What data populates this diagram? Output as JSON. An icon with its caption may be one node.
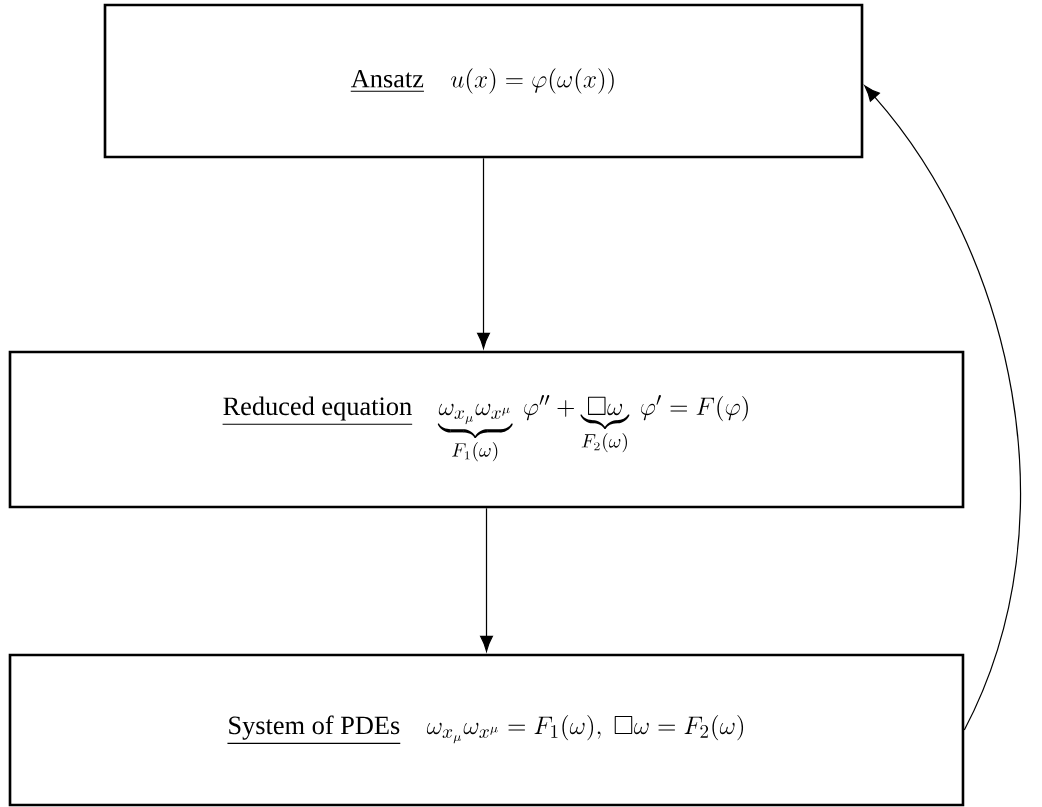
{
  "diagram": {
    "nodes": [
      {
        "text": [
          "Ansatz",
          "u(x) = \\varphi(\\omega(x))"
        ]
      },
      {
        "text": [
          "Reduced equation",
          "\\underbrace{\\omega_{x_\\mu}\\omega_{x^\\mu}}_{F_1(\\omega)}\\ \\varphi'' + \\underbrace{\\Box\\omega}_{F_2(\\omega)}\\ \\varphi' = F(\\varphi)"
        ]
      },
      {
        "text": [
          "System of PDEs",
          "\\omega_{x_\\mu}\\omega_{x^\\mu} = F_1(\\omega),\\ \\Box\\omega = F_2(\\omega)"
        ]
      }
    ],
    "edges": [
      {
        "from": 0,
        "to": 1,
        "arrow": "to"
      },
      {
        "from": 1,
        "to": 2,
        "arrow": "to"
      },
      {
        "from": 2,
        "to": 0,
        "arrow": "to"
      }
    ]
  }
}
